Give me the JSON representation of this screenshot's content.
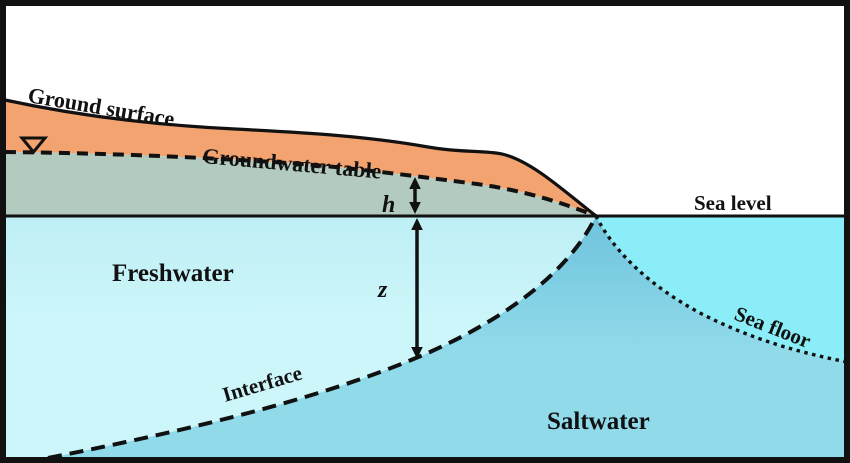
{
  "figure": {
    "title": "Coastal aquifer freshwater-saltwater interface cross-section",
    "labels": {
      "ground_surface": "Ground surface",
      "groundwater_table": "Groundwater table",
      "sea_level": "Sea level",
      "freshwater": "Freshwater",
      "interface": "Interface",
      "sea_floor": "Sea floor",
      "saltwater": "Saltwater",
      "head_above_sea": "h",
      "depth_below_sea": "z"
    },
    "colors": {
      "vadose_zone": "#F2A36F",
      "aquifer_above_sea": "#B3CBBE",
      "freshwater_top": "#BEEFF5",
      "freshwater": "#CDF6FA",
      "saltwater_dark": "#6EC3DC",
      "saltwater": "#90DAEA",
      "sea": "#8AEDF8",
      "line": "#111111",
      "background": "#FFFFFF"
    }
  }
}
